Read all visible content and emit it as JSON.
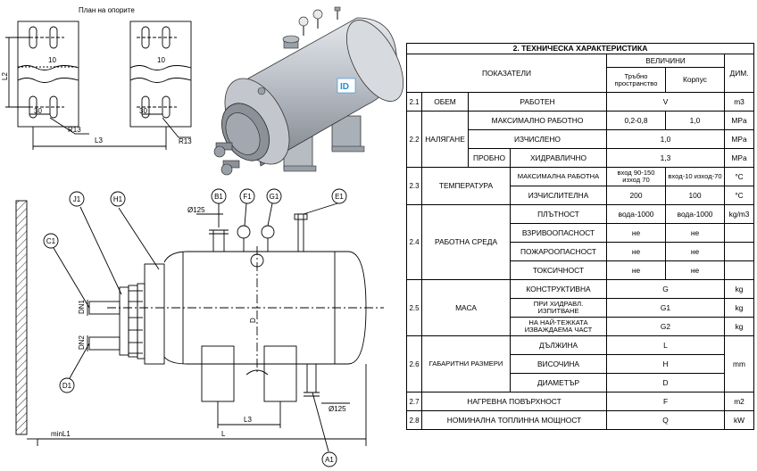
{
  "plan": {
    "title": "План на опорите",
    "dims": {
      "l1": "10",
      "l1b": "10",
      "l2": "L2",
      "d30a": "30",
      "d30b": "30",
      "r13a": "R13",
      "r13b": "R13",
      "l3": "L3"
    }
  },
  "side_view": {
    "callouts": {
      "j1": "J1",
      "h1": "H1",
      "b1": "B1",
      "f1": "F1",
      "g1": "G1",
      "e1": "E1",
      "c1": "C1",
      "d1": "D1",
      "a1": "A1"
    },
    "dims": {
      "phi125_top": "Ø125",
      "phi125_bottom": "Ø125",
      "d_inner": "D",
      "dn1": "DN1",
      "dn2": "DN2",
      "l3": "L3",
      "l": "L",
      "minl1": "minL1"
    }
  },
  "spec": {
    "title": "2. ТЕХНИЧЕСКА ХАРАКТЕРИСТИКА",
    "headers": {
      "indicators": "ПОКАЗАТЕЛИ",
      "values": "ВЕЛИЧИНИ",
      "tube": "Тръбно пространство",
      "shell": "Корпус",
      "dim": "ДИМ."
    },
    "rows": {
      "r21": {
        "no": "2.1",
        "group": "ОБЕМ",
        "name": "РАБОТЕН",
        "merged": "V",
        "unit": "m3"
      },
      "r22a": {
        "no": "2.2",
        "group": "НАЛЯГАНЕ",
        "name": "МАКСИМАЛНО РАБОТНО",
        "tube": "0,2-0,8",
        "shell": "1,0",
        "unit": "MPa"
      },
      "r22b": {
        "name": "ИЗЧИСЛЕНО",
        "merged": "1,0",
        "unit": "MPa"
      },
      "r22c": {
        "sub": "ПРОБНО",
        "name": "ХИДРАВЛИЧНО",
        "merged": "1,3",
        "unit": "MPa"
      },
      "r23a": {
        "no": "2.3",
        "group": "ТЕМПЕРАТУРА",
        "name": "МАКСИМАЛНА РАБОТНА",
        "tube": "вход 90-150 изход 70",
        "shell": "вход-10 изход-70",
        "unit": "°C"
      },
      "r23b": {
        "name": "ИЗЧИСЛИТЕЛНА",
        "tube": "200",
        "shell": "100",
        "unit": "°C"
      },
      "r24a": {
        "no": "2.4",
        "group": "РАБОТНА СРЕДА",
        "name": "ПЛЪТНОСТ",
        "tube": "вода-1000",
        "shell": "вода-1000",
        "unit": "kg/m3"
      },
      "r24b": {
        "name": "ВЗРИВООПАСНОСТ",
        "tube": "не",
        "shell": "не",
        "unit": ""
      },
      "r24c": {
        "name": "ПОЖАРООПАСНОСТ",
        "tube": "не",
        "shell": "не",
        "unit": ""
      },
      "r24d": {
        "name": "ТОКСИЧНОСТ",
        "tube": "не",
        "shell": "не",
        "unit": ""
      },
      "r25a": {
        "no": "2.5",
        "group": "МАСА",
        "name": "КОНСТРУКТИВНА",
        "merged": "G",
        "unit": "kg"
      },
      "r25b": {
        "name": "ПРИ ХИДРАВЛ. ИЗПИТВАНЕ",
        "merged": "G1",
        "unit": "kg"
      },
      "r25c": {
        "name": "НА НАЙ-ТЕЖКАТА ИЗВАЖДАЕМА ЧАСТ",
        "merged": "G2",
        "unit": "kg"
      },
      "r26a": {
        "no": "2.6",
        "group": "ГАБАРИТНИ РАЗМЕРИ",
        "name": "ДЪЛЖИНА",
        "merged": "L",
        "unit": "mm"
      },
      "r26b": {
        "name": "ВИСОЧИНА",
        "merged": "H"
      },
      "r26c": {
        "name": "ДИАМЕТЪР",
        "merged": "D"
      },
      "r27": {
        "no": "2.7",
        "name": "НАГРЕВНА ПОВЪРХНОСТ",
        "merged": "F",
        "unit": "m2"
      },
      "r28": {
        "no": "2.8",
        "name": "НОМИНАЛНА ТОПЛИННА МОЩНОСТ",
        "merged": "Q",
        "unit": "kW"
      }
    }
  },
  "colors": {
    "logo_blue": "#1e8fd8",
    "shell_gray": "#b8bdc4",
    "outline": "#000000"
  }
}
